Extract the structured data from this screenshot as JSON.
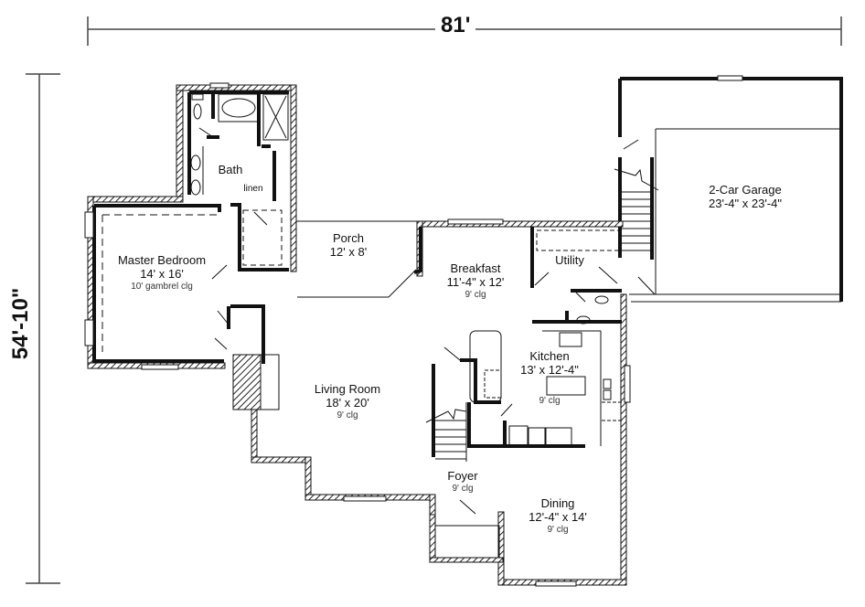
{
  "dimensions": {
    "width": "81'",
    "depth": "54'-10\""
  },
  "rooms": [
    {
      "id": "master-bedroom",
      "name": "Master Bedroom",
      "size": "14' x 16'",
      "ceiling": "10' gambrel clg"
    },
    {
      "id": "bath",
      "name": "Bath",
      "size": "",
      "ceiling": ""
    },
    {
      "id": "linen",
      "name": "linen",
      "size": "",
      "ceiling": ""
    },
    {
      "id": "porch",
      "name": "Porch",
      "size": "12' x 8'",
      "ceiling": ""
    },
    {
      "id": "breakfast",
      "name": "Breakfast",
      "size": "11'-4\" x 12'",
      "ceiling": "9' clg"
    },
    {
      "id": "utility",
      "name": "Utility",
      "size": "",
      "ceiling": ""
    },
    {
      "id": "garage",
      "name": "2-Car Garage",
      "size": "23'-4\" x 23'-4\"",
      "ceiling": ""
    },
    {
      "id": "kitchen",
      "name": "Kitchen",
      "size": "13' x 12'-4\"",
      "ceiling": "9' clg"
    },
    {
      "id": "living-room",
      "name": "Living Room",
      "size": "18' x 20'",
      "ceiling": "9' clg"
    },
    {
      "id": "foyer",
      "name": "Foyer",
      "size": "",
      "ceiling": "9' clg"
    },
    {
      "id": "dining",
      "name": "Dining",
      "size": "12'-4\" x 14'",
      "ceiling": "9' clg"
    }
  ],
  "colors": {
    "wall": "#111111",
    "background": "#ffffff",
    "hatch": "#222222"
  }
}
